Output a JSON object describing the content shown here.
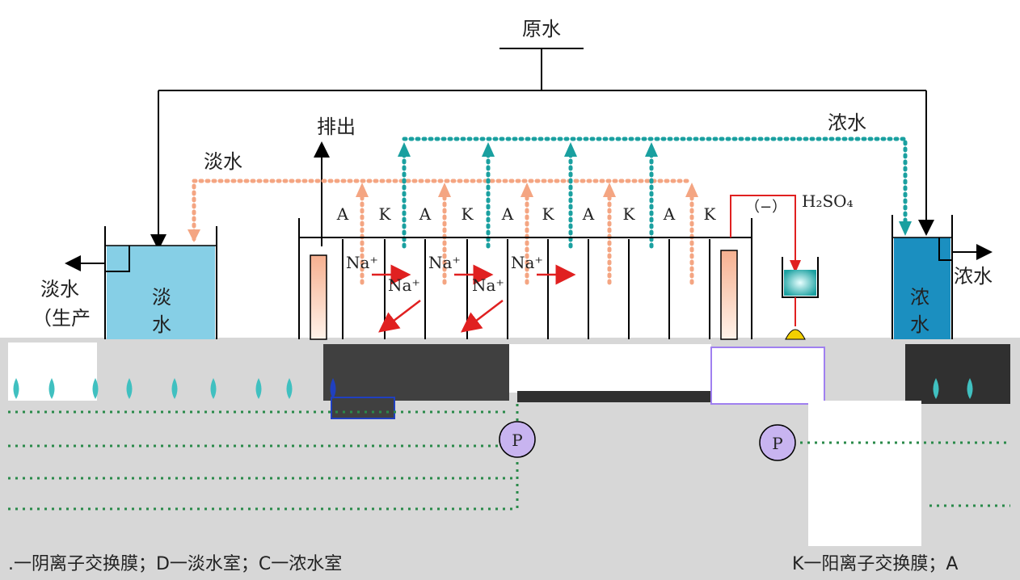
{
  "labels": {
    "raw_water": "原水",
    "discharge": "排出",
    "dilute_water": "淡水",
    "concentrate_water": "浓水",
    "dilute_out": "淡水",
    "production": "（生产",
    "concentrate_out": "浓水",
    "tank_left_1": "淡",
    "tank_left_2": "水",
    "tank_right_1": "浓",
    "tank_right_2": "水",
    "acid": "H₂SO₄",
    "electrode_sign": "（−）",
    "pump": "P"
  },
  "membranes": [
    "A",
    "K",
    "A",
    "K",
    "A",
    "K",
    "A",
    "K",
    "A",
    "K"
  ],
  "ions": {
    "na": "Na⁺"
  },
  "captions": {
    "left": ".一阴离子交换膜；D一淡水室；C一浓水室",
    "right": "K一阳离子交换膜；A"
  },
  "colors": {
    "dilute_dots": "#f4a582",
    "concentrate_dots": "#1aa0a0",
    "left_tank": "#86cfe6",
    "right_tank": "#1b8fc0",
    "acid_line": "#e02020",
    "pump_fill": "#c8b4f0",
    "arrow_red": "#e02020"
  }
}
